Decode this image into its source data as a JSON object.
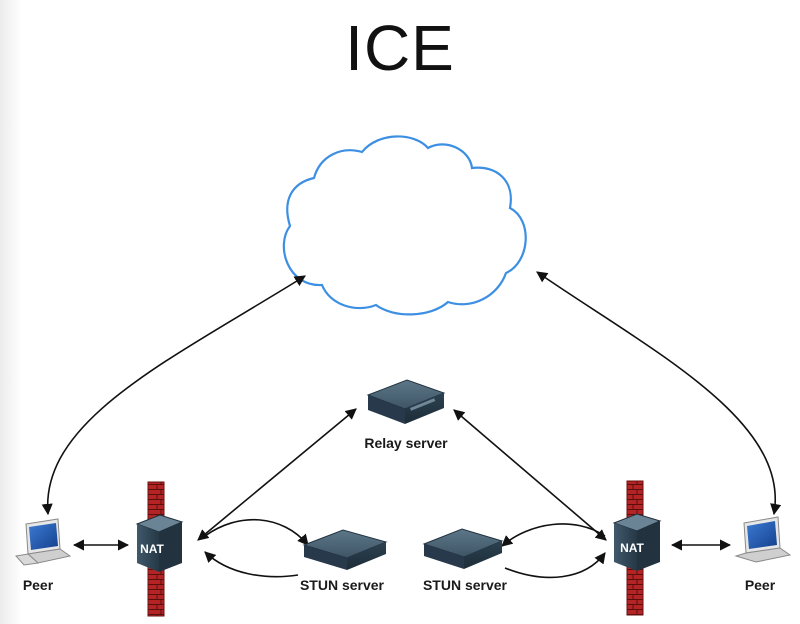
{
  "title": "ICE",
  "labels": {
    "relay_server": "Relay server",
    "stun_server_left": "STUN server",
    "stun_server_right": "STUN server",
    "peer_left": "Peer",
    "peer_right": "Peer",
    "nat_left": "NAT",
    "nat_right": "NAT"
  },
  "colors": {
    "cloud_stroke": "#3d8fe3",
    "firewall": "#b22222",
    "nat_body": "#2f4a5f",
    "server_body": "#3b5566",
    "arrow": "#111111"
  },
  "icons": [
    "cloud-icon",
    "laptop-icon",
    "firewall-icon",
    "router-icon",
    "server-icon"
  ]
}
